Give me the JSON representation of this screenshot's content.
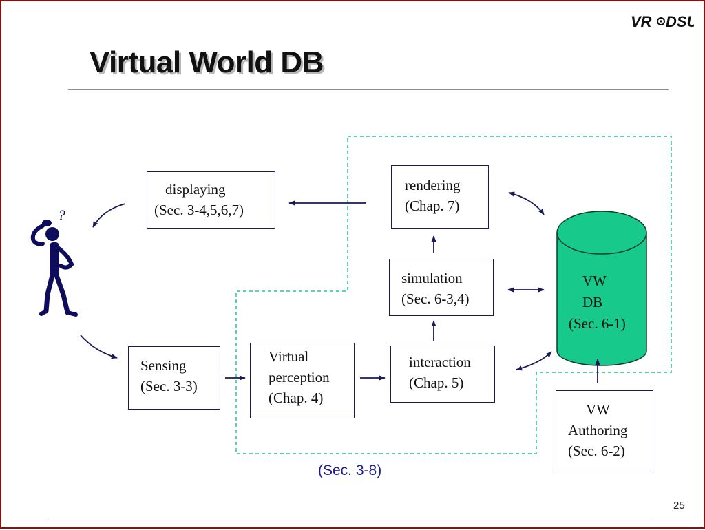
{
  "slide": {
    "title": "Virtual World DB",
    "logo": {
      "left": "VR",
      "right": "DSU"
    },
    "page_number": "25",
    "dashed_region_label": "(Sec. 3-8)"
  },
  "boxes": {
    "displaying": {
      "lines": [
        "displaying",
        "(Sec. 3-4,5,6,7)"
      ]
    },
    "rendering": {
      "lines": [
        "rendering",
        "(Chap. 7)"
      ]
    },
    "simulation": {
      "lines": [
        "simulation",
        "(Sec. 6-3,4)"
      ]
    },
    "sensing": {
      "lines": [
        "Sensing",
        "(Sec. 3-3)"
      ]
    },
    "virtual_perception": {
      "lines": [
        "Virtual",
        "perception",
        "(Chap. 4)"
      ]
    },
    "interaction": {
      "lines": [
        "interaction",
        "(Chap. 5)"
      ]
    },
    "vw_authoring": {
      "lines": [
        "VW",
        "Authoring",
        "(Sec. 6-2)"
      ]
    },
    "vw_db": {
      "lines": [
        "VW",
        "DB",
        "(Sec. 6-1)"
      ]
    }
  },
  "person": {
    "thought": "?"
  },
  "colors": {
    "border": "#8a1010",
    "arrow": "#1a1a55",
    "dashed": "#2ec48a",
    "cylinder": "#17c98a",
    "section_text": "#1c1c8c",
    "title_shadow": "#b8b8b8"
  }
}
